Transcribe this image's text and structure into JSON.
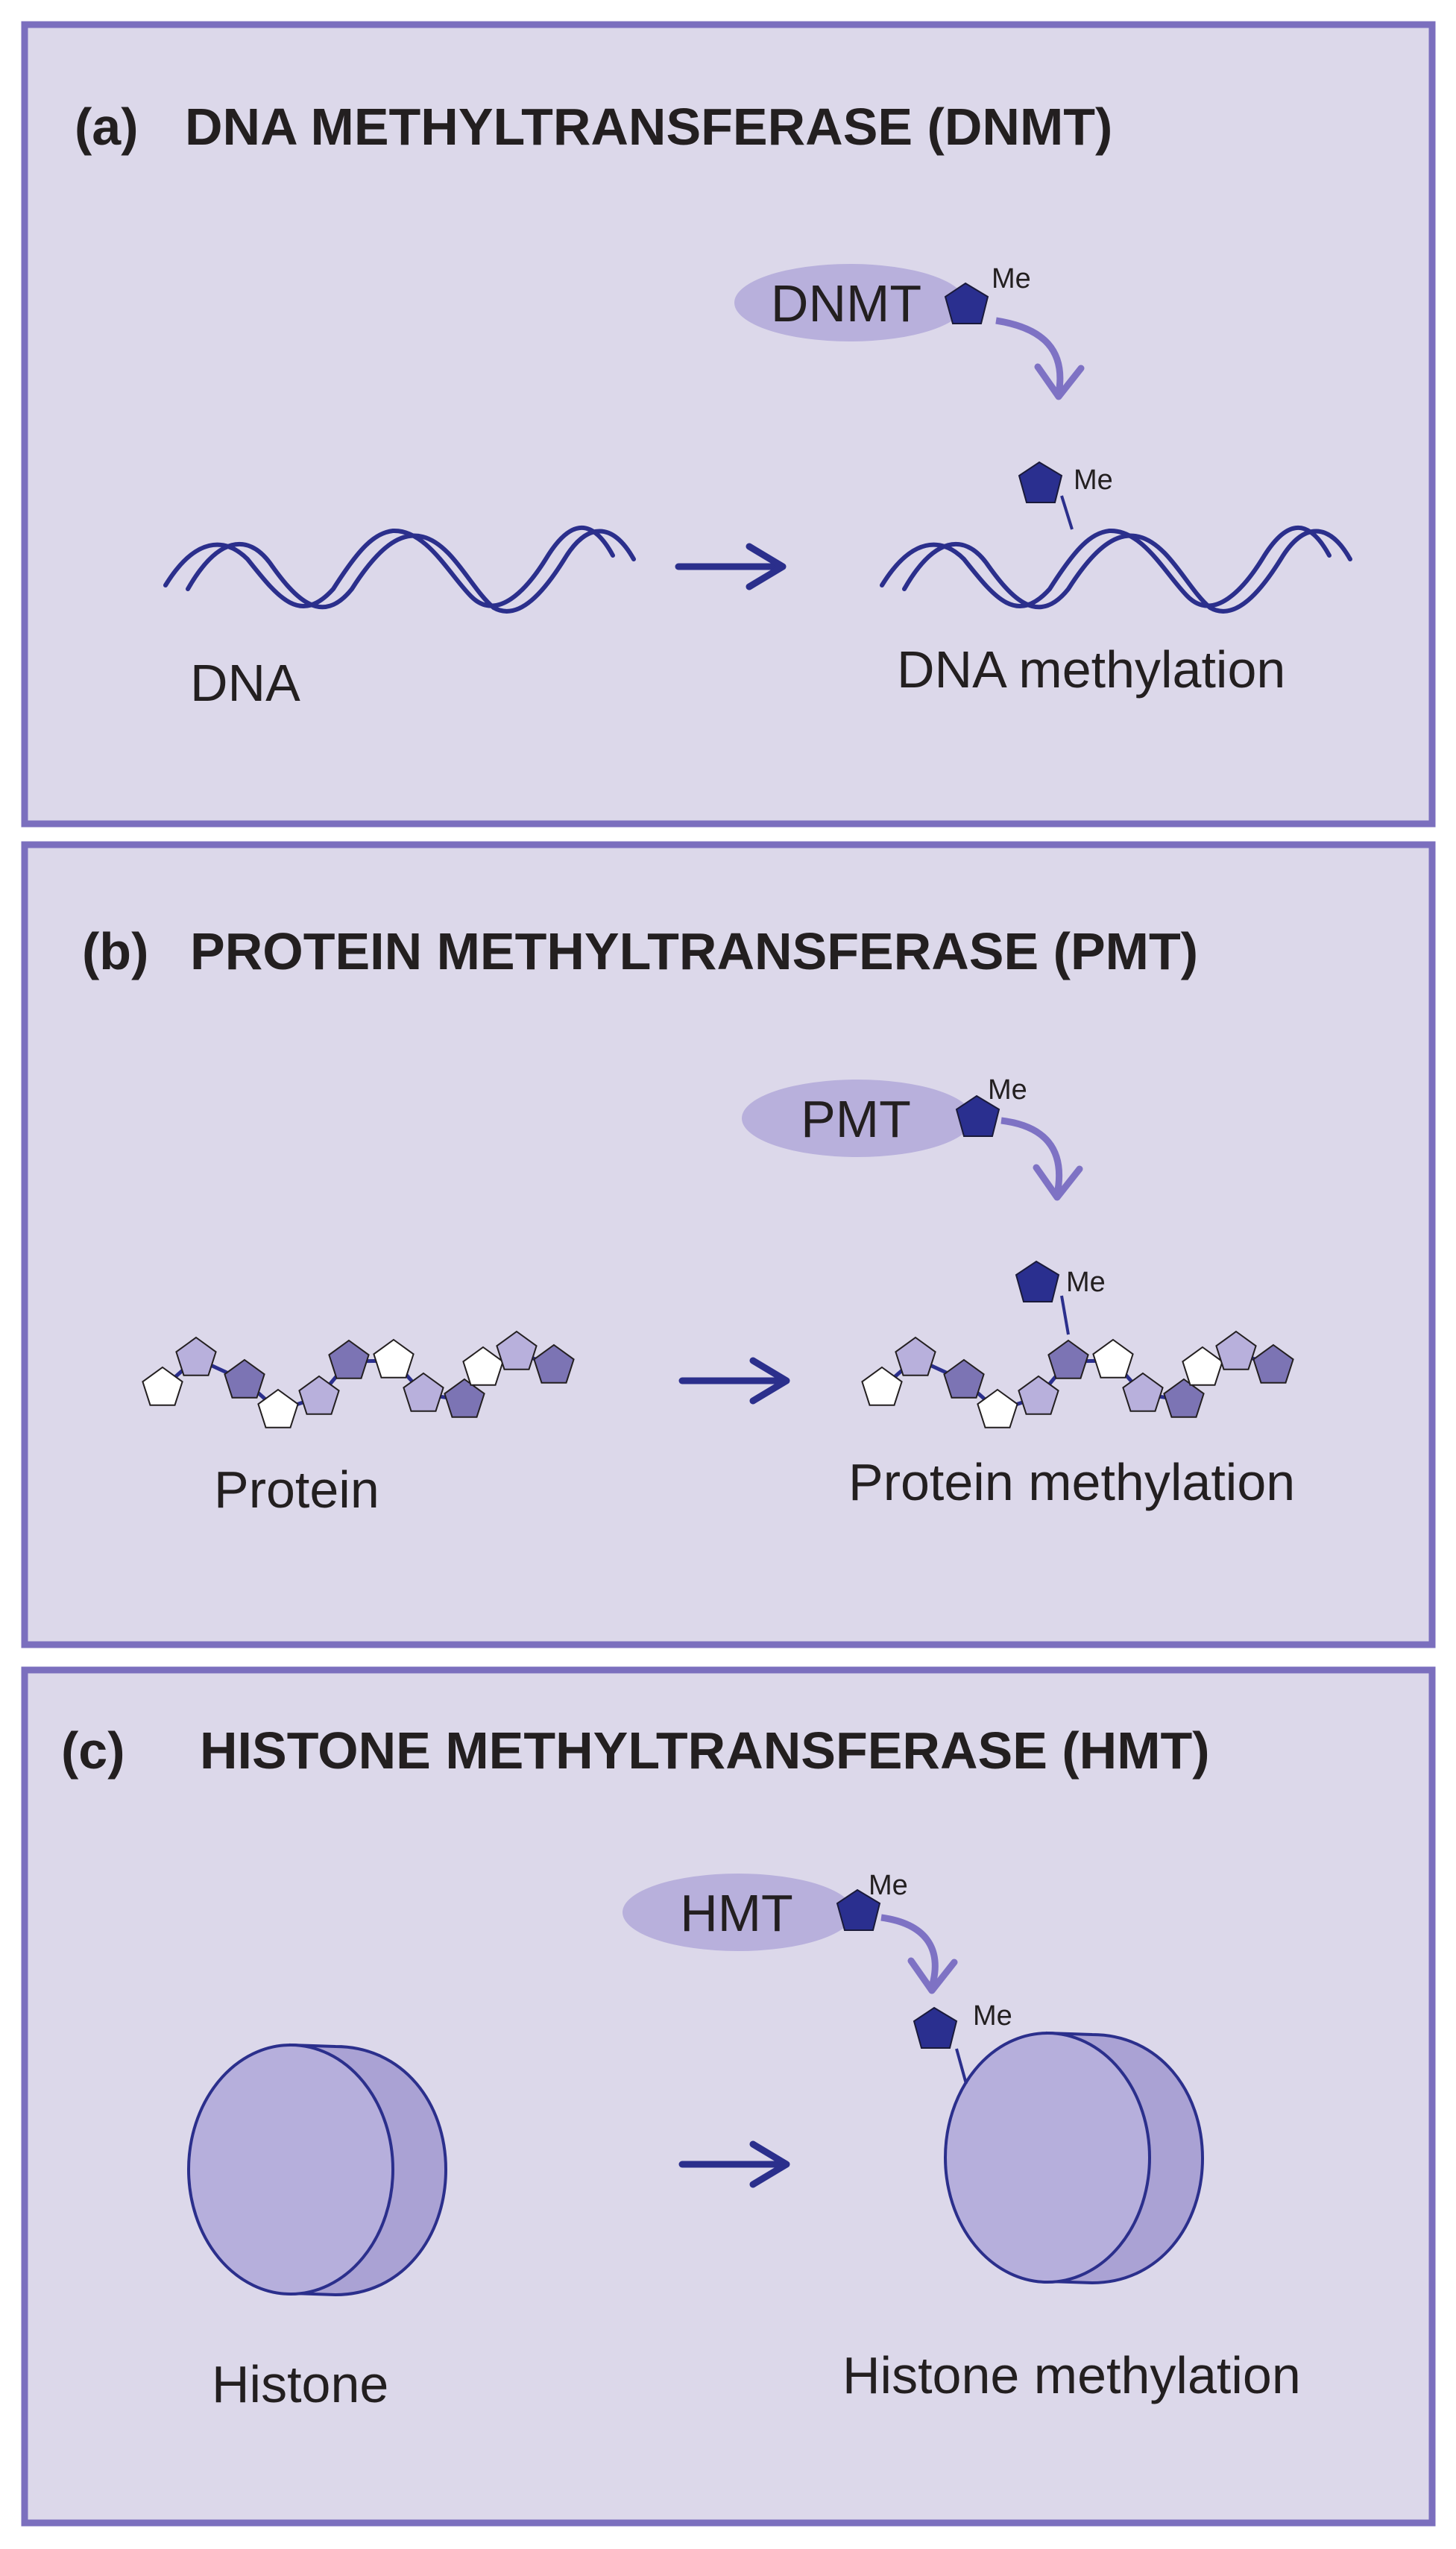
{
  "colors": {
    "panel_fill": "#dcd8ea",
    "panel_border": "#7b6fbe",
    "enzyme_fill": "#b8b0dc",
    "methyl_fill": "#2a2f8f",
    "strand": "#2b2f8c",
    "reaction_arrow": "#2b2f8c",
    "transfer_arrow": "#7e72c4",
    "residue_light": "#b8b0dc",
    "residue_dark": "#7c74b4",
    "residue_white": "#ffffff",
    "histone_front": "#b6afdc",
    "histone_side": "#aaa2d4"
  },
  "panels": [
    {
      "letter": "(a)",
      "title": "DNA METHYLTRANSFERASE (DNMT)",
      "enzyme": "DNMT",
      "methyl": "Me",
      "substrate_label": "DNA",
      "product_label": "DNA methylation",
      "substrate_icon": "dna-double-helix-icon",
      "product_icon": "methylated-dna-icon"
    },
    {
      "letter": "(b)",
      "title": "PROTEIN METHYLTRANSFERASE (PMT)",
      "enzyme": "PMT",
      "methyl": "Me",
      "substrate_label": "Protein",
      "product_label": "Protein methylation",
      "substrate_icon": "protein-chain-icon",
      "product_icon": "methylated-protein-icon"
    },
    {
      "letter": "(c)",
      "title": "HISTONE METHYLTRANSFERASE (HMT)",
      "enzyme": "HMT",
      "methyl": "Me",
      "substrate_label": "Histone",
      "product_label": "Histone methylation",
      "substrate_icon": "histone-disc-icon",
      "product_icon": "methylated-histone-icon"
    }
  ]
}
